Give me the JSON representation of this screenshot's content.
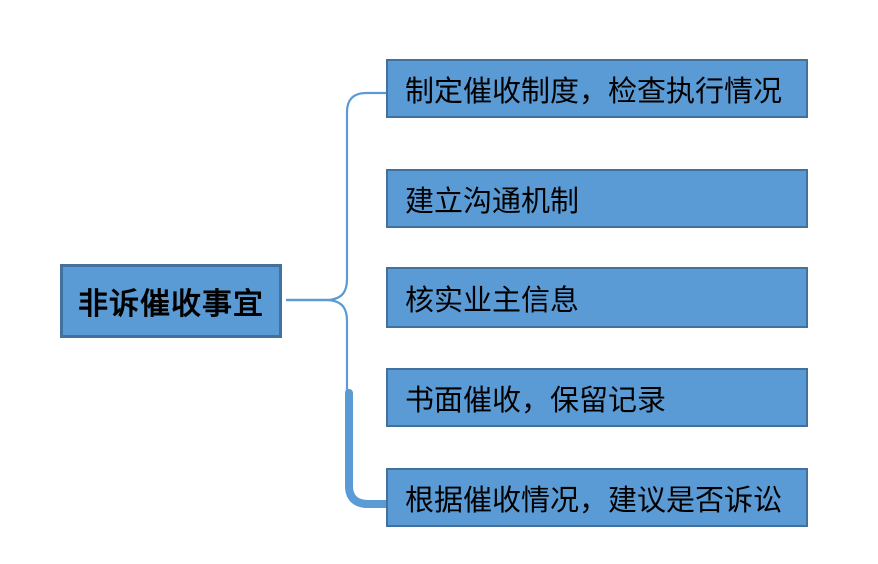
{
  "diagram": {
    "root": {
      "label": "非诉催收事宜"
    },
    "children": [
      {
        "label": "制定催收制度，检查执行情况"
      },
      {
        "label": "建立沟通机制"
      },
      {
        "label": "核实业主信息"
      },
      {
        "label": "书面催收，保留记录"
      },
      {
        "label": "根据催收情况，建议是否诉讼"
      }
    ]
  },
  "colors": {
    "node_fill": "#5b9bd5",
    "node_border": "#41719c",
    "connector": "#5b9bd5",
    "background": "#ffffff",
    "text": "#000000"
  }
}
